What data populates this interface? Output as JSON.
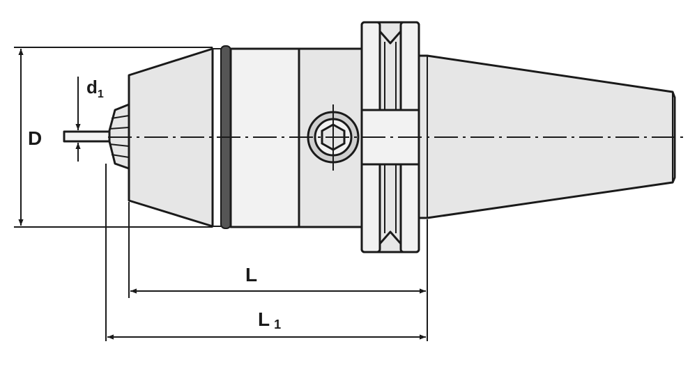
{
  "labels": {
    "diameter": "D",
    "bore_main": "d",
    "bore_sub": "1",
    "length": "L",
    "total_main": "L",
    "total_sub": "1"
  }
}
